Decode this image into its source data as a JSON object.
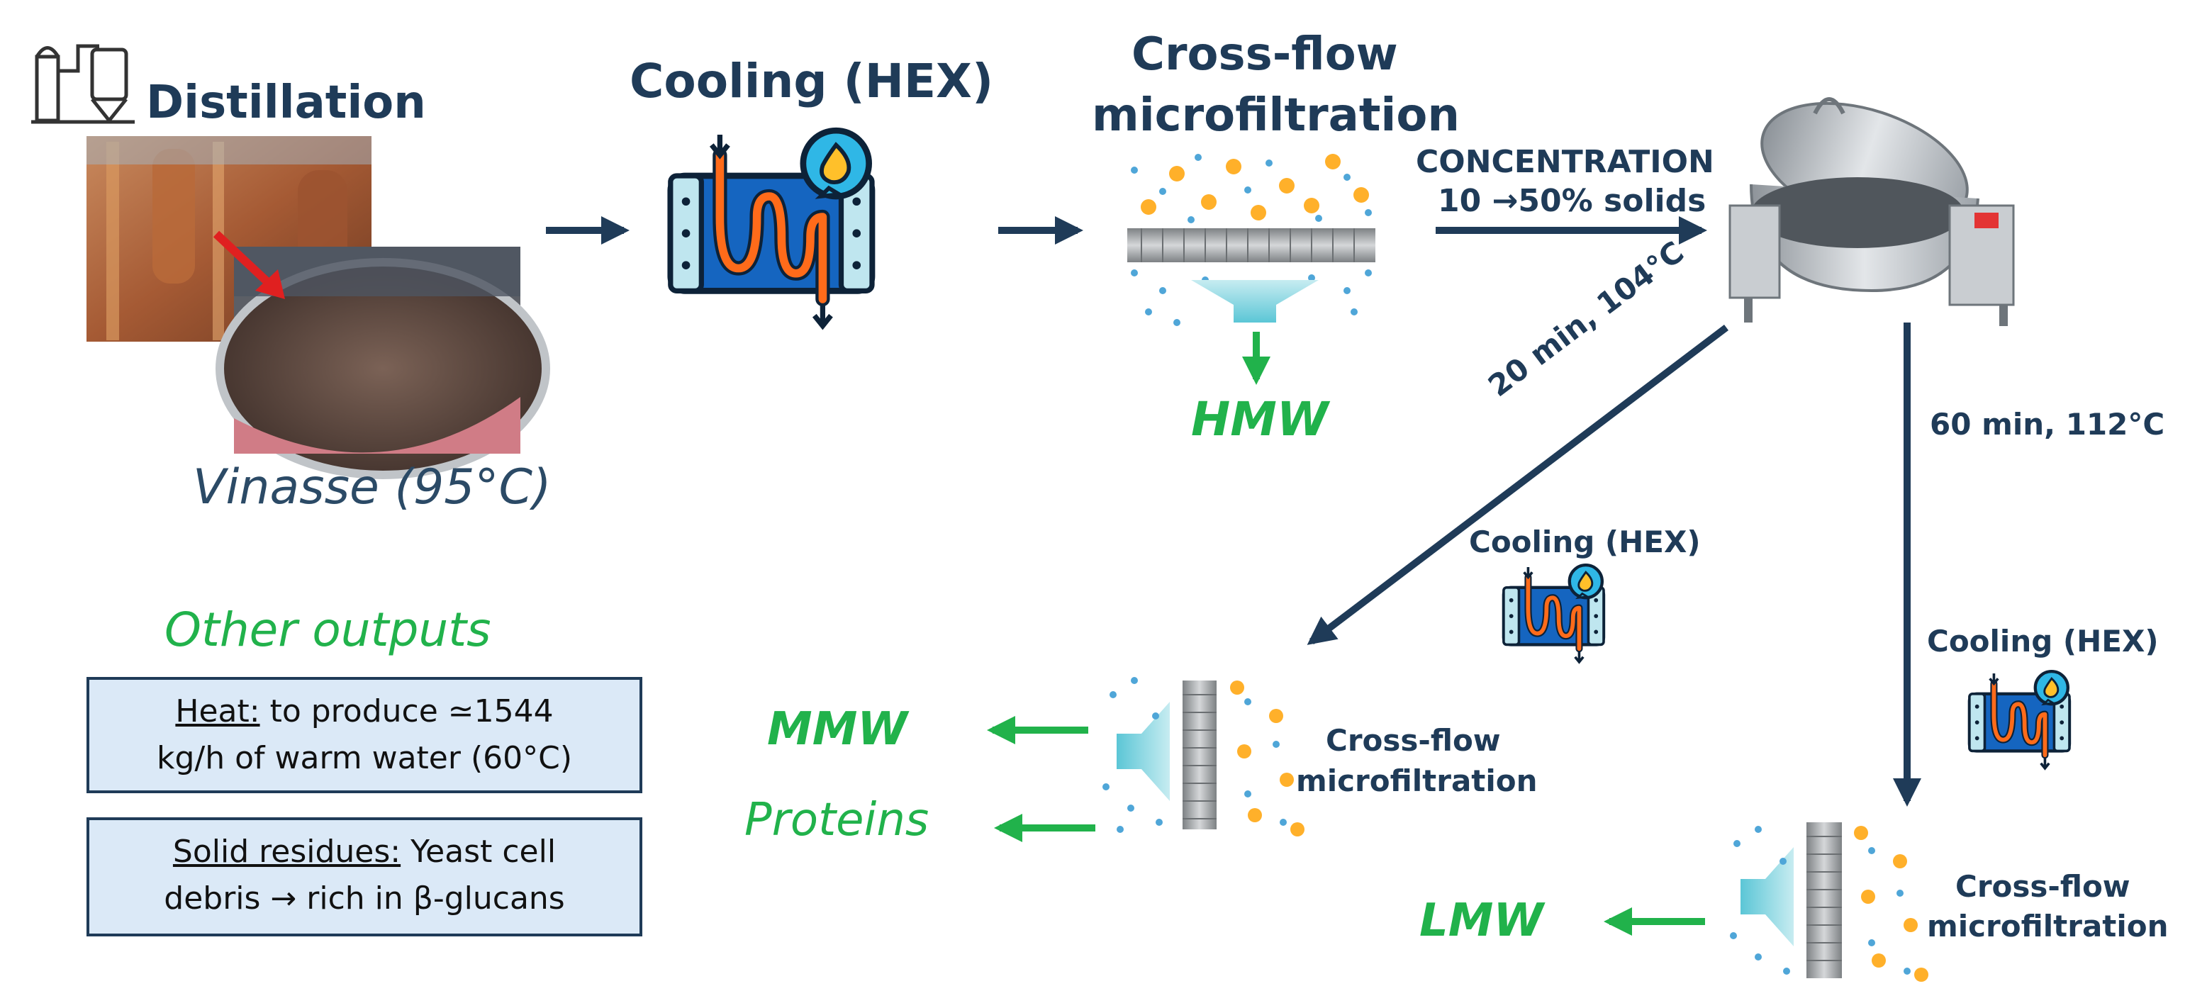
{
  "colors": {
    "navy": "#1f3b58",
    "green": "#21b24b",
    "box_bg": "#dbe9f7",
    "hex_blue": "#1565c0",
    "coil": "#ff6b1a"
  },
  "steps": {
    "distillation": "Distillation",
    "vinasse": "Vinasse (95°C)",
    "cooling_top": "Cooling (HEX)",
    "cff_top_line1": "Cross-flow",
    "cff_top_line2": "microfiltration",
    "hmw": "HMW",
    "concentration_line1": "CONCENTRATION",
    "concentration_line2": "10 →50% solids",
    "route_a": "20 min, 104°C",
    "route_b": "60 min, 112°C",
    "cooling_mid": "Cooling (HEX)",
    "cooling_right": "Cooling (HEX)",
    "cff_mid_line1": "Cross-flow",
    "cff_mid_line2": "microfiltration",
    "cff_right_line1": "Cross-flow",
    "cff_right_line2": "microfiltration",
    "mmw": "MMW",
    "proteins": "Proteins",
    "lmw": "LMW"
  },
  "other_outputs": {
    "title": "Other outputs",
    "heat_label": "Heat:",
    "heat_text_line1": " to produce ≃1544",
    "heat_text_line2": "kg/h of warm water (60°C)",
    "solid_label": "Solid residues:",
    "solid_text_line1": " Yeast cell",
    "solid_text_line2": "debris → rich in β-glucans"
  },
  "icons": [
    "distillery-icon",
    "heat-exchanger-icon",
    "membrane-filter-icon",
    "tilting-kettle-icon",
    "distillery-photo",
    "vinasse-tank-photo"
  ]
}
